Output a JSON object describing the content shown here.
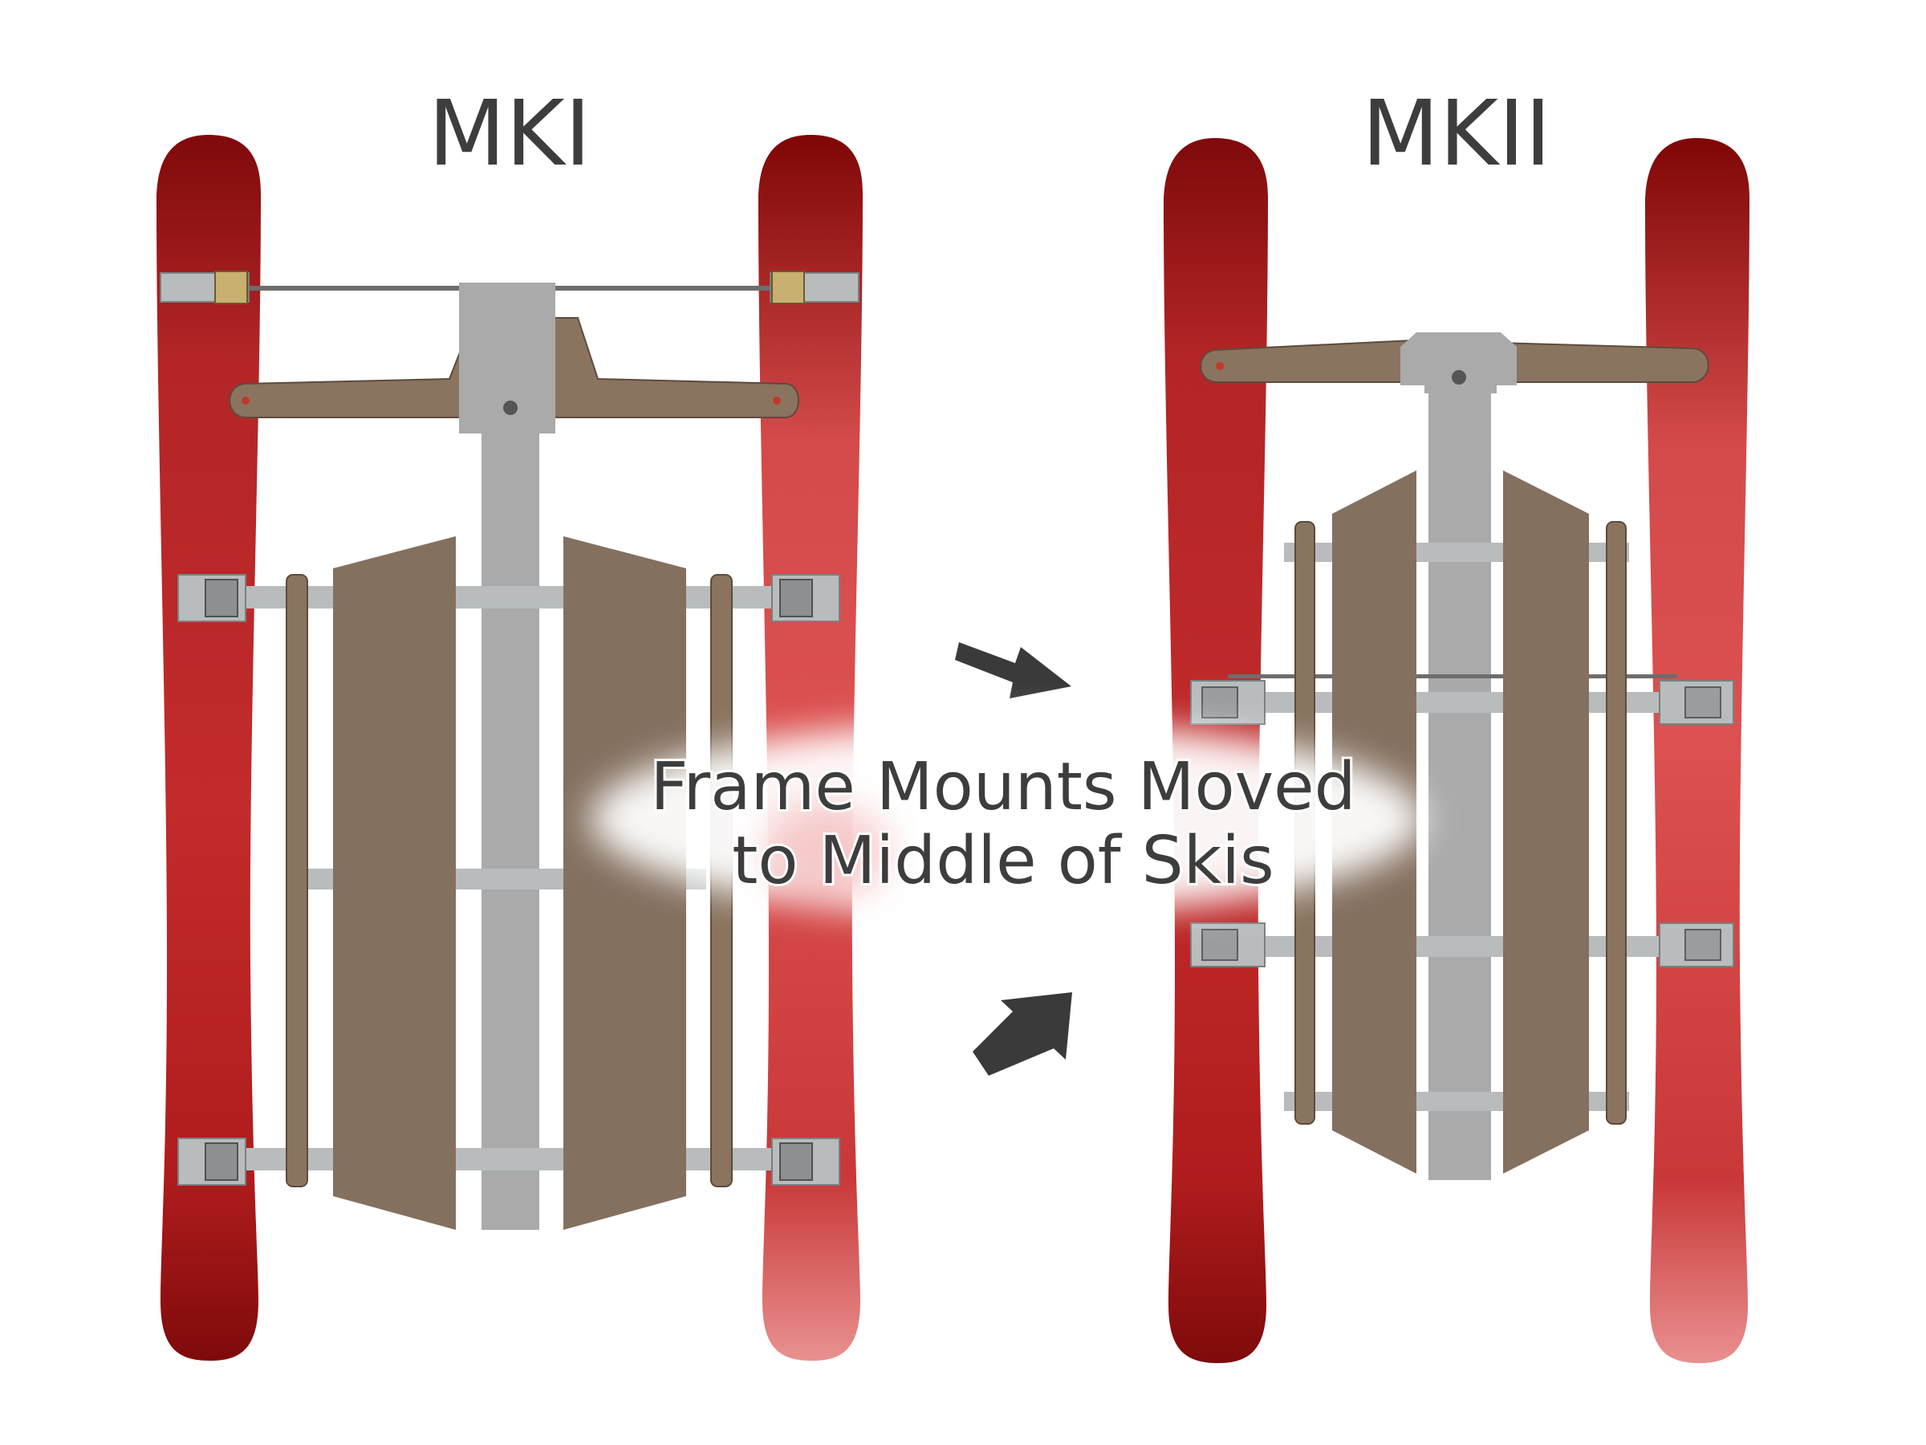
{
  "titles": {
    "left": "MKI",
    "right": "MKII"
  },
  "callout": {
    "line1": "Frame Mounts Moved",
    "line2": "to Middle of Skis"
  },
  "colors": {
    "ski_red": "#c9302f",
    "ski_dark": "#8a0f10",
    "deck_brown": "#84705f",
    "bar_brown": "#8a7460",
    "frame_gray": "#a9aaa9",
    "bracket_gray": "#b8bcbd",
    "arrow_dark": "#3a3a3a",
    "text_dark": "#3d3d3d",
    "glow_red": "#e04a4a"
  },
  "icons": {
    "arrow": "arrow-icon",
    "spring": "spring-icon",
    "bolt": "bolt-icon"
  }
}
